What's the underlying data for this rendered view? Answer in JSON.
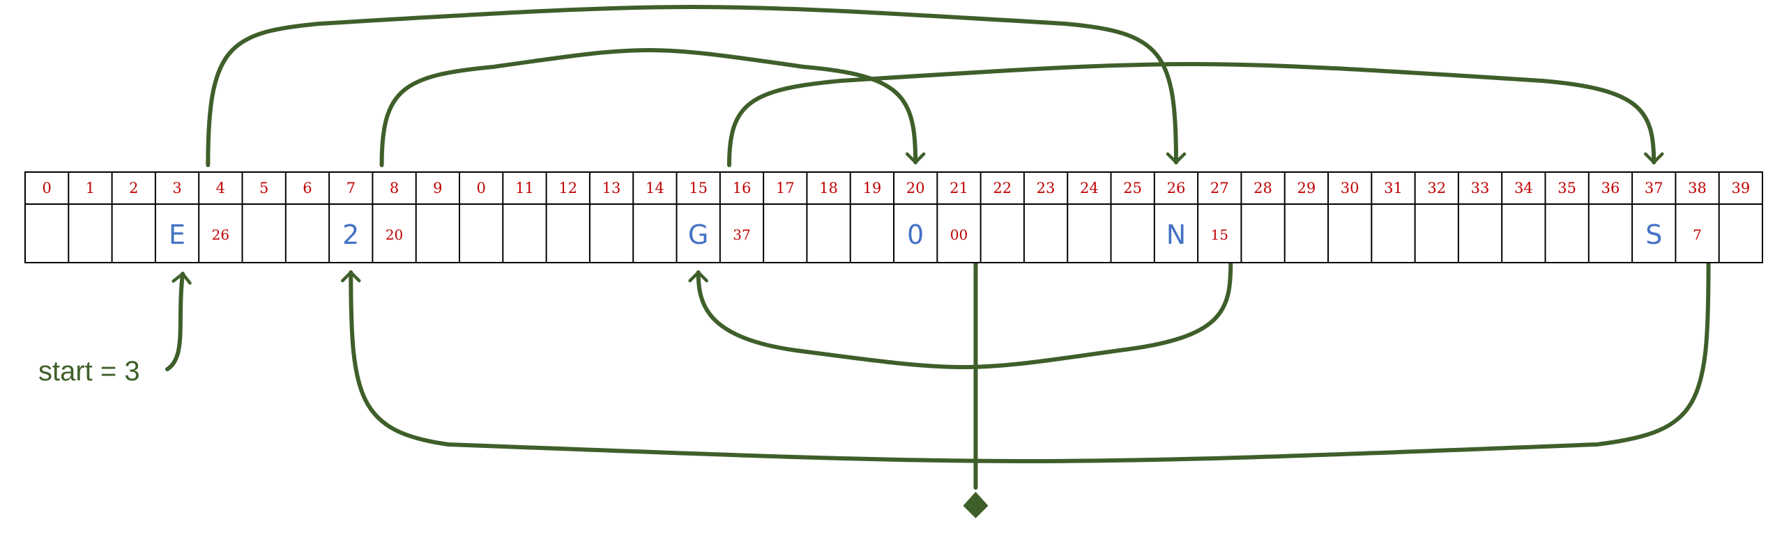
{
  "diagram": {
    "start_label": "start = 3",
    "index_labels": [
      "0",
      "1",
      "2",
      "3",
      "4",
      "5",
      "6",
      "7",
      "8",
      "9",
      "0",
      "11",
      "12",
      "13",
      "14",
      "15",
      "16",
      "17",
      "18",
      "19",
      "20",
      "21",
      "22",
      "23",
      "24",
      "25",
      "26",
      "27",
      "28",
      "29",
      "30",
      "31",
      "32",
      "33",
      "34",
      "35",
      "36",
      "37",
      "38",
      "39"
    ],
    "letters": [
      {
        "cell": 3,
        "text": "E"
      },
      {
        "cell": 7,
        "text": "2"
      },
      {
        "cell": 15,
        "text": "G"
      },
      {
        "cell": 20,
        "text": "0"
      },
      {
        "cell": 26,
        "text": "N"
      },
      {
        "cell": 37,
        "text": "S"
      }
    ],
    "pointers": [
      {
        "cell": 4,
        "text": "26"
      },
      {
        "cell": 8,
        "text": "20"
      },
      {
        "cell": 16,
        "text": "37"
      },
      {
        "cell": 21,
        "text": "00"
      },
      {
        "cell": 27,
        "text": "15"
      },
      {
        "cell": 38,
        "text": "7"
      }
    ],
    "links": [
      {
        "from": 4,
        "to": 26
      },
      {
        "from": 8,
        "to": 20
      },
      {
        "from": 16,
        "to": 37
      },
      {
        "from": 27,
        "to": 15
      },
      {
        "from": 38,
        "to": 7
      },
      {
        "from": 21,
        "to": "end"
      },
      {
        "from": "start",
        "to": 3
      }
    ],
    "colors": {
      "arrow": "#3f5f2a",
      "index_text": "#c00000",
      "letter_text": "#4472c4",
      "pointer_text": "#c00000",
      "grid": "#000000"
    }
  }
}
